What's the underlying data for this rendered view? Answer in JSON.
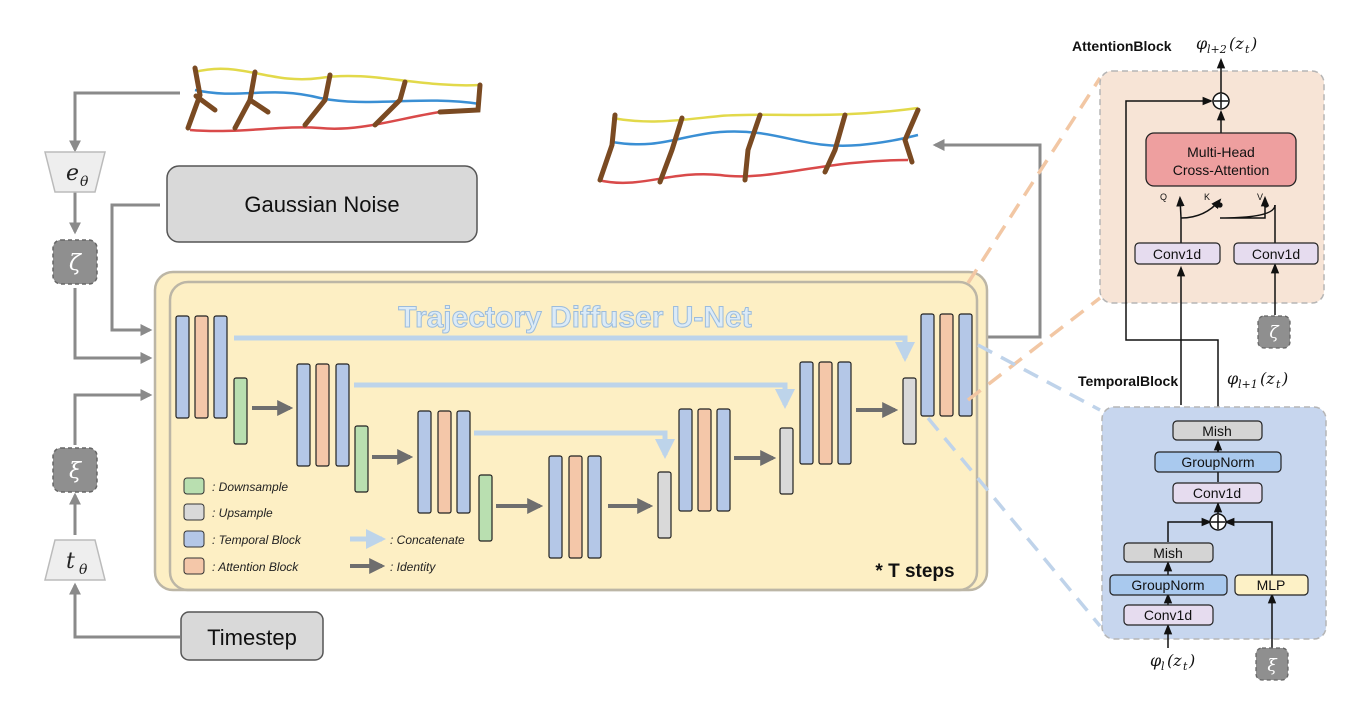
{
  "encoders": {
    "e_theta": "e",
    "e_theta_sub": "θ",
    "t_theta": "t",
    "t_theta_sub": "θ"
  },
  "tokens": {
    "zeta": "ζ",
    "xi": "ξ"
  },
  "inputs": {
    "gaussian_noise": "Gaussian Noise",
    "timestep": "Timestep"
  },
  "unet": {
    "title": "Trajectory Diffuser U-Net",
    "steps": "* T steps"
  },
  "legend": {
    "downsample": ": Downsample",
    "upsample": ": Upsample",
    "temporal": ": Temporal Block",
    "attention": ": Attention Block",
    "concatenate": ": Concatenate",
    "identity": ": Identity"
  },
  "attention_block": {
    "title": "AttentionBlock",
    "output_label": "φ",
    "output_sub": "l+2",
    "output_arg": "(z",
    "output_arg_sub": "t",
    "mha_line1": "Multi-Head",
    "mha_line2": "Cross-Attention",
    "q": "Q",
    "k": "K",
    "v": "V",
    "conv_left": "Conv1d",
    "conv_right": "Conv1d"
  },
  "temporal_block": {
    "title": "TemporalBlock",
    "output_label": "φ",
    "output_sub": "l+1",
    "input_label": "φ",
    "input_sub": "l",
    "arg": "(z",
    "arg_sub": "t",
    "mish_top": "Mish",
    "groupnorm_top": "GroupNorm",
    "conv_top": "Conv1d",
    "mish_left": "Mish",
    "groupnorm_left": "GroupNorm",
    "conv_left": "Conv1d",
    "mlp": "MLP"
  },
  "colors": {
    "downsample": "#b9dfb0",
    "upsample": "#d9d9d9",
    "temporal": "#b4c7e7",
    "attention": "#f4c7a9",
    "unet_bg": "#fdefc4",
    "attention_panel": "#f7e4d6",
    "temporal_panel": "#c7d6ee",
    "mha": "#ee9f9f",
    "conv": "#e6dcef",
    "groupnorm": "#a9c9ee",
    "mish": "#d4d4d4",
    "mlp": "#fdf1c6",
    "gray_arrow": "#8a8a8a",
    "concat_arrow": "#bdd4ea"
  }
}
